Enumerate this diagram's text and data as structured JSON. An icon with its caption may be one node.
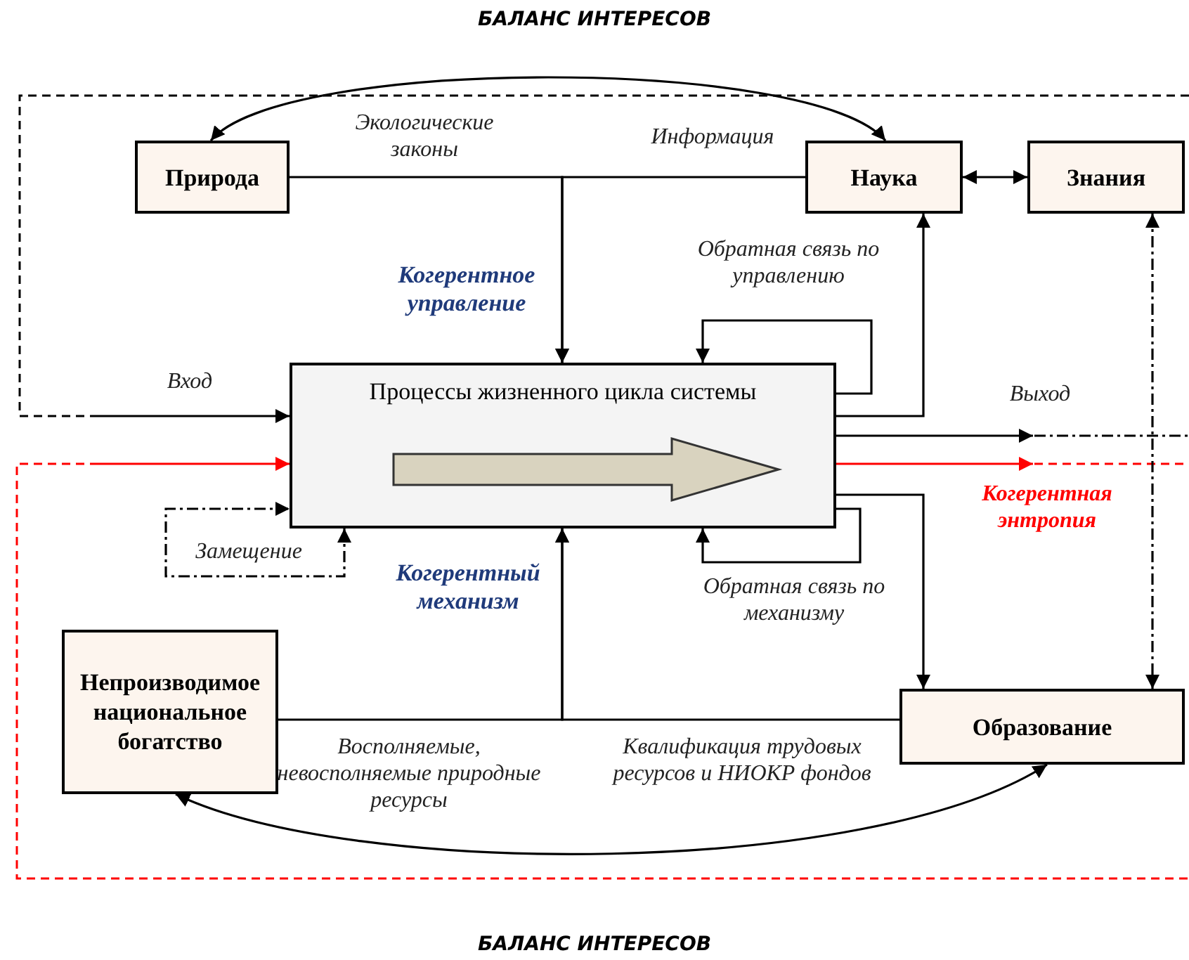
{
  "diagram": {
    "nodes": [
      {
        "text": [
          "Природа"
        ]
      },
      {
        "text": [
          "Наука"
        ]
      },
      {
        "text": [
          "Знания"
        ]
      },
      {
        "text": [
          "Процессы жизненного цикла системы"
        ]
      },
      {
        "text": [
          "Непроизводимое национальное богатство"
        ]
      },
      {
        "text": [
          "Образование"
        ]
      }
    ],
    "edges": [
      {
        "from": 0,
        "to": 1,
        "arrow": "both"
      },
      {
        "from": 1,
        "to": 2,
        "arrow": "both"
      },
      {
        "from": 0,
        "to": 3,
        "arrow": "to",
        "label": "Экологические законы"
      },
      {
        "from": 1,
        "to": 3,
        "arrow": "to",
        "label": "Информация"
      },
      {
        "from": 3,
        "to": 1,
        "arrow": "to"
      },
      {
        "from": 3,
        "to": 3,
        "arrow": "to",
        "label": "Обратная связь по управлению"
      },
      {
        "from": null,
        "to": 3,
        "arrow": "to",
        "label": "Вход"
      },
      {
        "from": 3,
        "to": null,
        "arrow": "to",
        "label": "Выход"
      },
      {
        "from": null,
        "to": 3,
        "arrow": "to",
        "color": "#ff0000"
      },
      {
        "from": 3,
        "to": null,
        "arrow": "to",
        "label": "Когерентная энтропия",
        "color": "#ff0000"
      },
      {
        "from": 3,
        "to": 3,
        "arrow": "both",
        "label": "Замещение",
        "style": "dashed"
      },
      {
        "from": 3,
        "to": 3,
        "arrow": "to",
        "label": "Обратная связь по механизму"
      },
      {
        "from": 4,
        "to": 3,
        "arrow": "to",
        "label": "Восполняемые, невосполняемые природные ресурсы"
      },
      {
        "from": 5,
        "to": 3,
        "arrow": "to",
        "label": "Квалификация трудовых ресурсов и НИОКР фондов"
      },
      {
        "from": 3,
        "to": 5,
        "arrow": "to"
      },
      {
        "from": 2,
        "to": 5,
        "arrow": "both",
        "style": "dashed"
      },
      {
        "from": 4,
        "to": 5,
        "arrow": "both"
      }
    ],
    "labels": [
      "БАЛАНС ИНТЕРЕСОВ",
      "Когерентное управление",
      "Когерентный механизм",
      "БАЛАНС ИНТЕРЕСОВ"
    ]
  }
}
